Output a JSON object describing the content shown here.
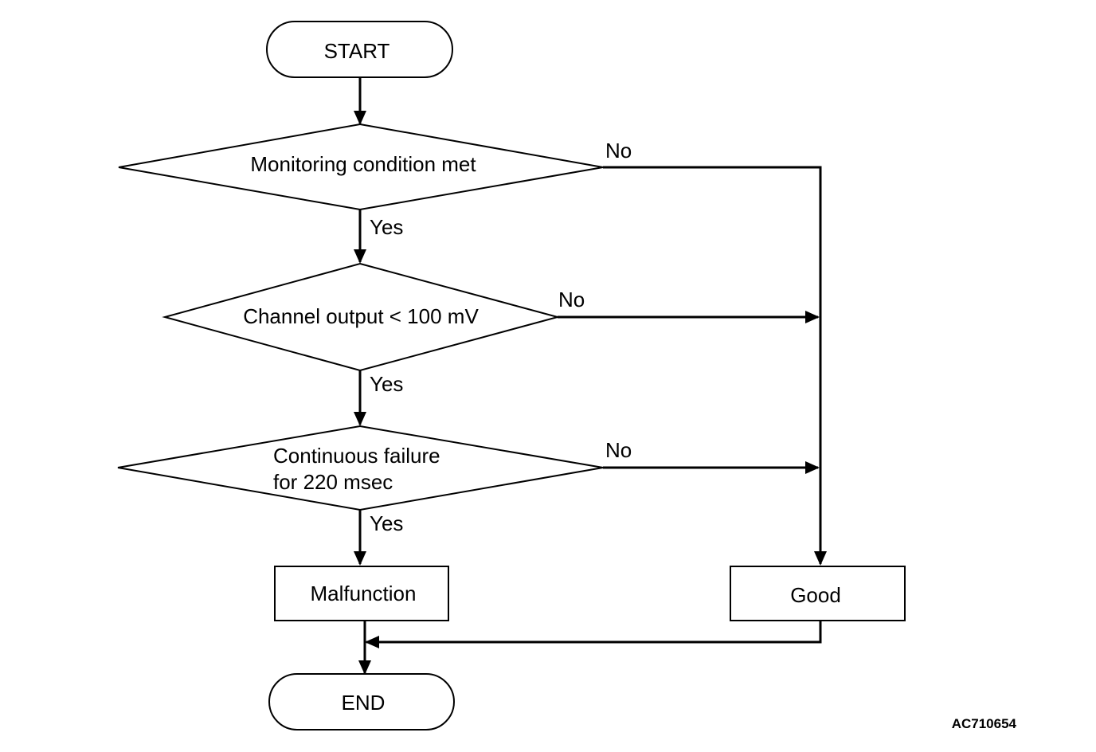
{
  "nodes": {
    "start": "START",
    "monitoring": "Monitoring condition met",
    "channel": "Channel output < 100 mV",
    "continuous_line1": "Continuous failure",
    "continuous_line2": "for 220 msec",
    "malfunction": "Malfunction",
    "good": "Good",
    "end": "END"
  },
  "edges": {
    "monitoring_yes": "Yes",
    "monitoring_no": "No",
    "channel_yes": "Yes",
    "channel_no": "No",
    "continuous_yes": "Yes",
    "continuous_no": "No"
  },
  "reference_code": "AC710654",
  "colors": {
    "stroke": "#000000",
    "background": "#ffffff"
  }
}
